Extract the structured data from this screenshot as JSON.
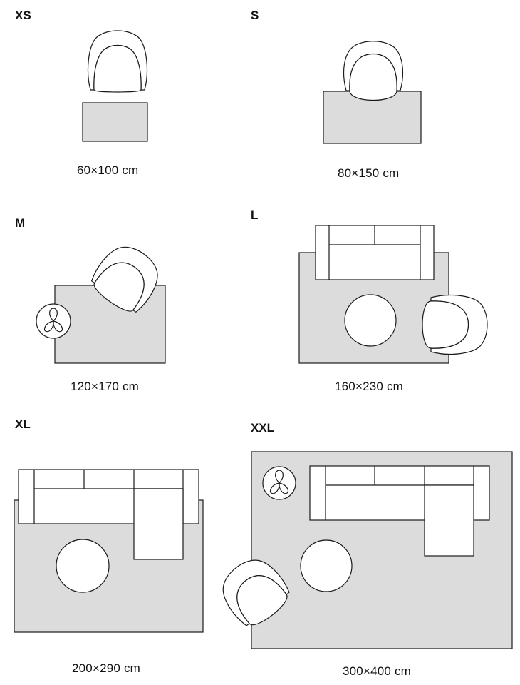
{
  "sizes": [
    {
      "code": "XS",
      "dimensions": "60×100 cm"
    },
    {
      "code": "S",
      "dimensions": "80×150 cm"
    },
    {
      "code": "M",
      "dimensions": "120×170 cm"
    },
    {
      "code": "L",
      "dimensions": "160×230 cm"
    },
    {
      "code": "XL",
      "dimensions": "200×290 cm"
    },
    {
      "code": "XXL",
      "dimensions": "300×400 cm"
    }
  ]
}
